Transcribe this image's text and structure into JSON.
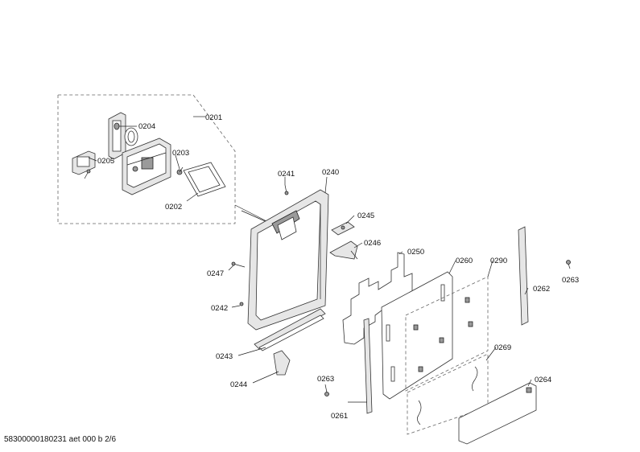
{
  "footer": {
    "document_code": "58300000180231 aet 000 b 2/6"
  },
  "part_labels": {
    "p0201": "0201",
    "p0202": "0202",
    "p0203": "0203",
    "p0204": "0204",
    "p0205": "0205",
    "p0240": "0240",
    "p0241": "0241",
    "p0242": "0242",
    "p0243": "0243",
    "p0244": "0244",
    "p0245": "0245",
    "p0246": "0246",
    "p0247": "0247",
    "p0250": "0250",
    "p0260": "0260",
    "p0261": "0261",
    "p0262": "0262",
    "p0263a": "0263",
    "p0263b": "0263",
    "p0264": "0264",
    "p0269": "0269",
    "p0290": "0290"
  }
}
